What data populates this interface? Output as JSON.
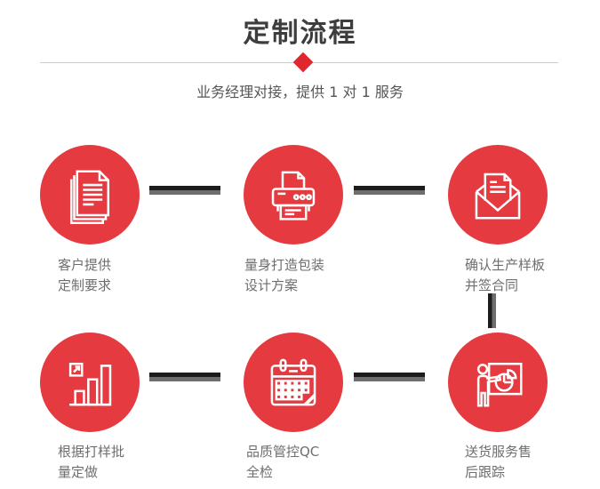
{
  "header": {
    "title": "定制流程",
    "subtitle": "业务经理对接，提供 1 对 1 服务"
  },
  "colors": {
    "circle_red": "#e43a40",
    "diamond_color": "#e2262e",
    "divider_color": "#cccccc",
    "title_color": "#3d3d3d",
    "subtitle_color": "#555555",
    "label_color": "#6e6e6e",
    "connector_dark": "#1c1c1c",
    "connector_gray": "#6e6e6e",
    "icon_stroke": "#ffffff"
  },
  "steps": [
    {
      "icon": "stacked-documents-icon",
      "lines": [
        "客户提供",
        "定制要求"
      ]
    },
    {
      "icon": "printer-icon",
      "lines": [
        "量身打造包装",
        "设计方案"
      ]
    },
    {
      "icon": "open-envelope-letter-icon",
      "lines": [
        "确认生产样板",
        "并签合同"
      ]
    },
    {
      "icon": "bar-chart-growth-icon",
      "lines": [
        "根据打样批",
        "量定做"
      ]
    },
    {
      "icon": "calendar-icon",
      "lines": [
        "品质管控QC",
        "全检"
      ]
    },
    {
      "icon": "presentation-pie-chart-icon",
      "lines": [
        "送货服务售",
        "后跟踪"
      ]
    }
  ]
}
